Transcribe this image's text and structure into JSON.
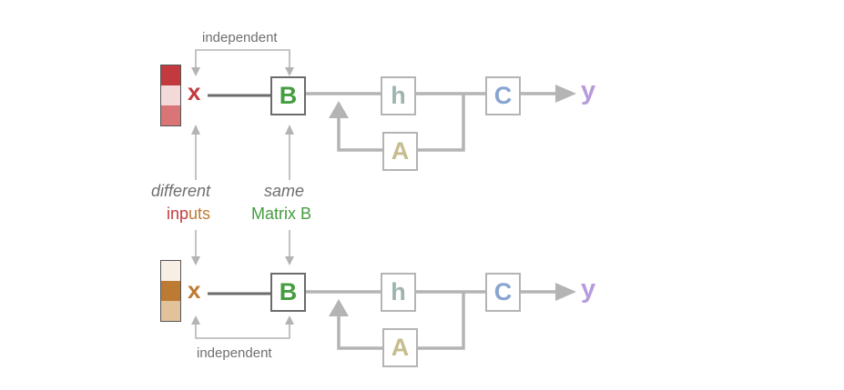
{
  "colors": {
    "gray_line": "#b4b4b4",
    "dark_line": "#6b6b6b",
    "x_top": "#c33a3e",
    "x_bottom": "#bd7a33",
    "B": "#449d3f",
    "h": "#9fb3b0",
    "A": "#c6bd8e",
    "C": "#88a4d0",
    "y": "#b69bdc",
    "label_gray": "#6f6f6f",
    "vec_top": [
      "#c33a3e",
      "#f3d9da",
      "#d97477"
    ],
    "vec_bottom": [
      "#f7efe4",
      "#bd7a33",
      "#e2c29a"
    ]
  },
  "top": {
    "independent": "independent",
    "x": "x",
    "B": "B",
    "h": "h",
    "A": "A",
    "C": "C",
    "y": "y"
  },
  "bottom": {
    "independent": "independent",
    "x": "x",
    "B": "B",
    "h": "h",
    "A": "A",
    "C": "C",
    "y": "y"
  },
  "middle": {
    "different_line1": "different",
    "different_inp": "inp",
    "different_uts": "uts",
    "same_line1": "same",
    "same_line2": "Matrix B"
  }
}
